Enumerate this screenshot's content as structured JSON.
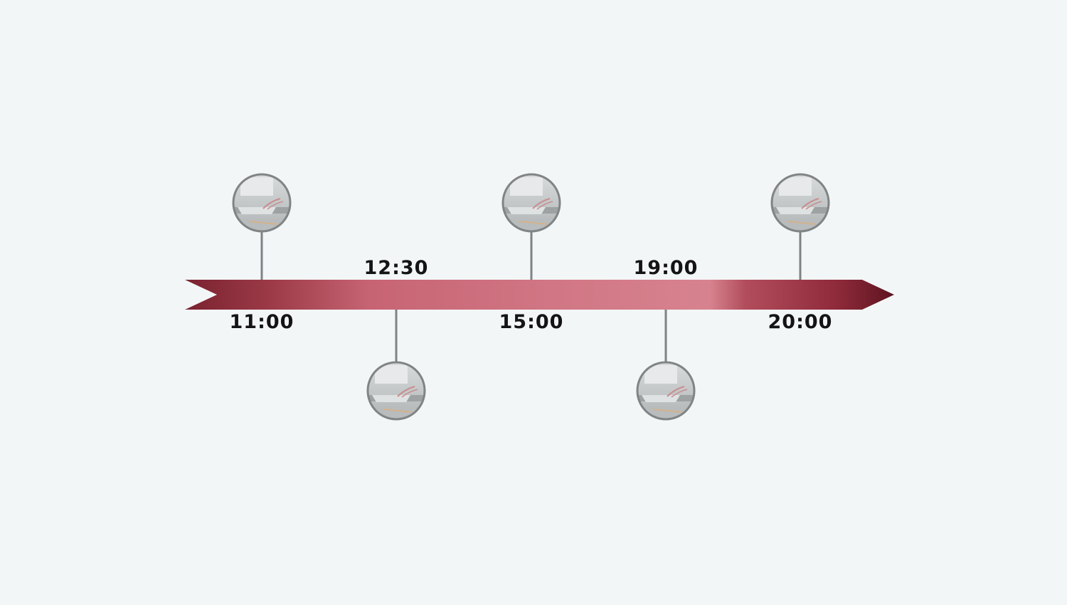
{
  "timeline": {
    "events": [
      {
        "time": "11:00",
        "side": "top"
      },
      {
        "time": "12:30",
        "side": "bottom"
      },
      {
        "time": "15:00",
        "side": "top"
      },
      {
        "time": "19:00",
        "side": "bottom"
      },
      {
        "time": "20:00",
        "side": "top"
      }
    ]
  },
  "colors": {
    "background": "#f3f6f7",
    "ribbon_dark": "#7a2230",
    "ribbon_mid": "#c76473",
    "ribbon_light": "#d7838f",
    "connector": "#7f8384",
    "photo_ring": "#808485",
    "label_text": "#141414"
  },
  "icons": {
    "event_image": "laptop-desk-photo-icon",
    "ribbon_end": "arrow-head-icon"
  }
}
